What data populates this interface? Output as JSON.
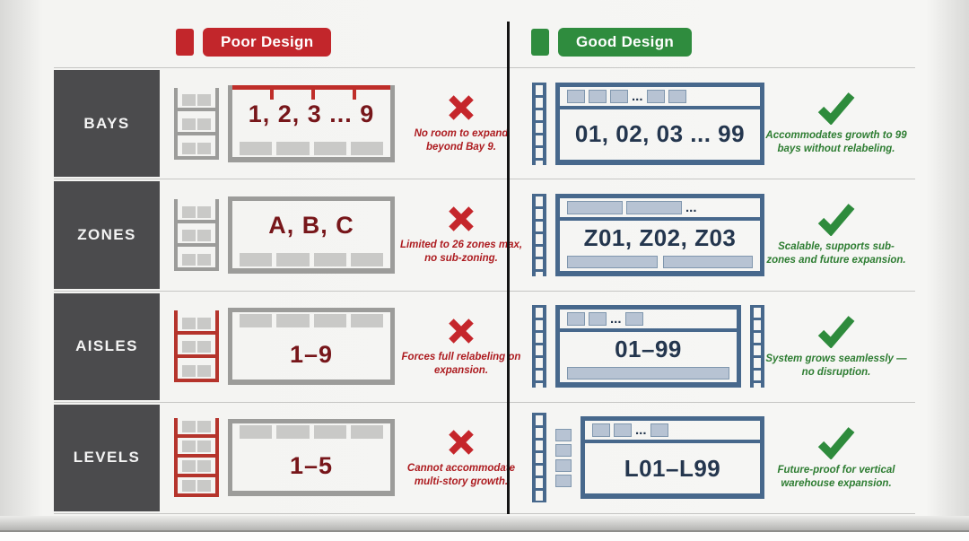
{
  "header": {
    "poor": {
      "label": "Poor Design"
    },
    "good": {
      "label": "Good Design"
    }
  },
  "misc": {
    "ellipsis": "..."
  },
  "rows": [
    {
      "label": "BAYS",
      "poor": {
        "value": "1, 2, 3 ... 9",
        "caption": "No room to expand beyond Bay 9."
      },
      "good": {
        "value": "01, 02, 03 ... 99",
        "caption": "Accommodates growth to 99 bays without relabeling."
      }
    },
    {
      "label": "ZONES",
      "poor": {
        "value": "A, B, C",
        "caption": "Limited to 26 zones max, no sub-zoning."
      },
      "good": {
        "value": "Z01, Z02, Z03",
        "caption": "Scalable, supports sub-zones and future expansion."
      }
    },
    {
      "label": "AISLES",
      "poor": {
        "value": "1–9",
        "caption": "Forces full relabeling on expansion."
      },
      "good": {
        "value": "01–99",
        "caption": "System grows seamlessly — no disruption."
      }
    },
    {
      "label": "LEVELS",
      "poor": {
        "value": "1–5",
        "caption": "Cannot accommodate multi-story growth."
      },
      "good": {
        "value": "L01–L99",
        "caption": "Future-proof for vertical warehouse expansion."
      }
    }
  ],
  "colors": {
    "poor_accent": "#c2262b",
    "good_accent": "#2f8c3e",
    "label_bg": "#4b4b4d",
    "poor_value_text": "#77161a",
    "good_value_text": "#24364e"
  }
}
